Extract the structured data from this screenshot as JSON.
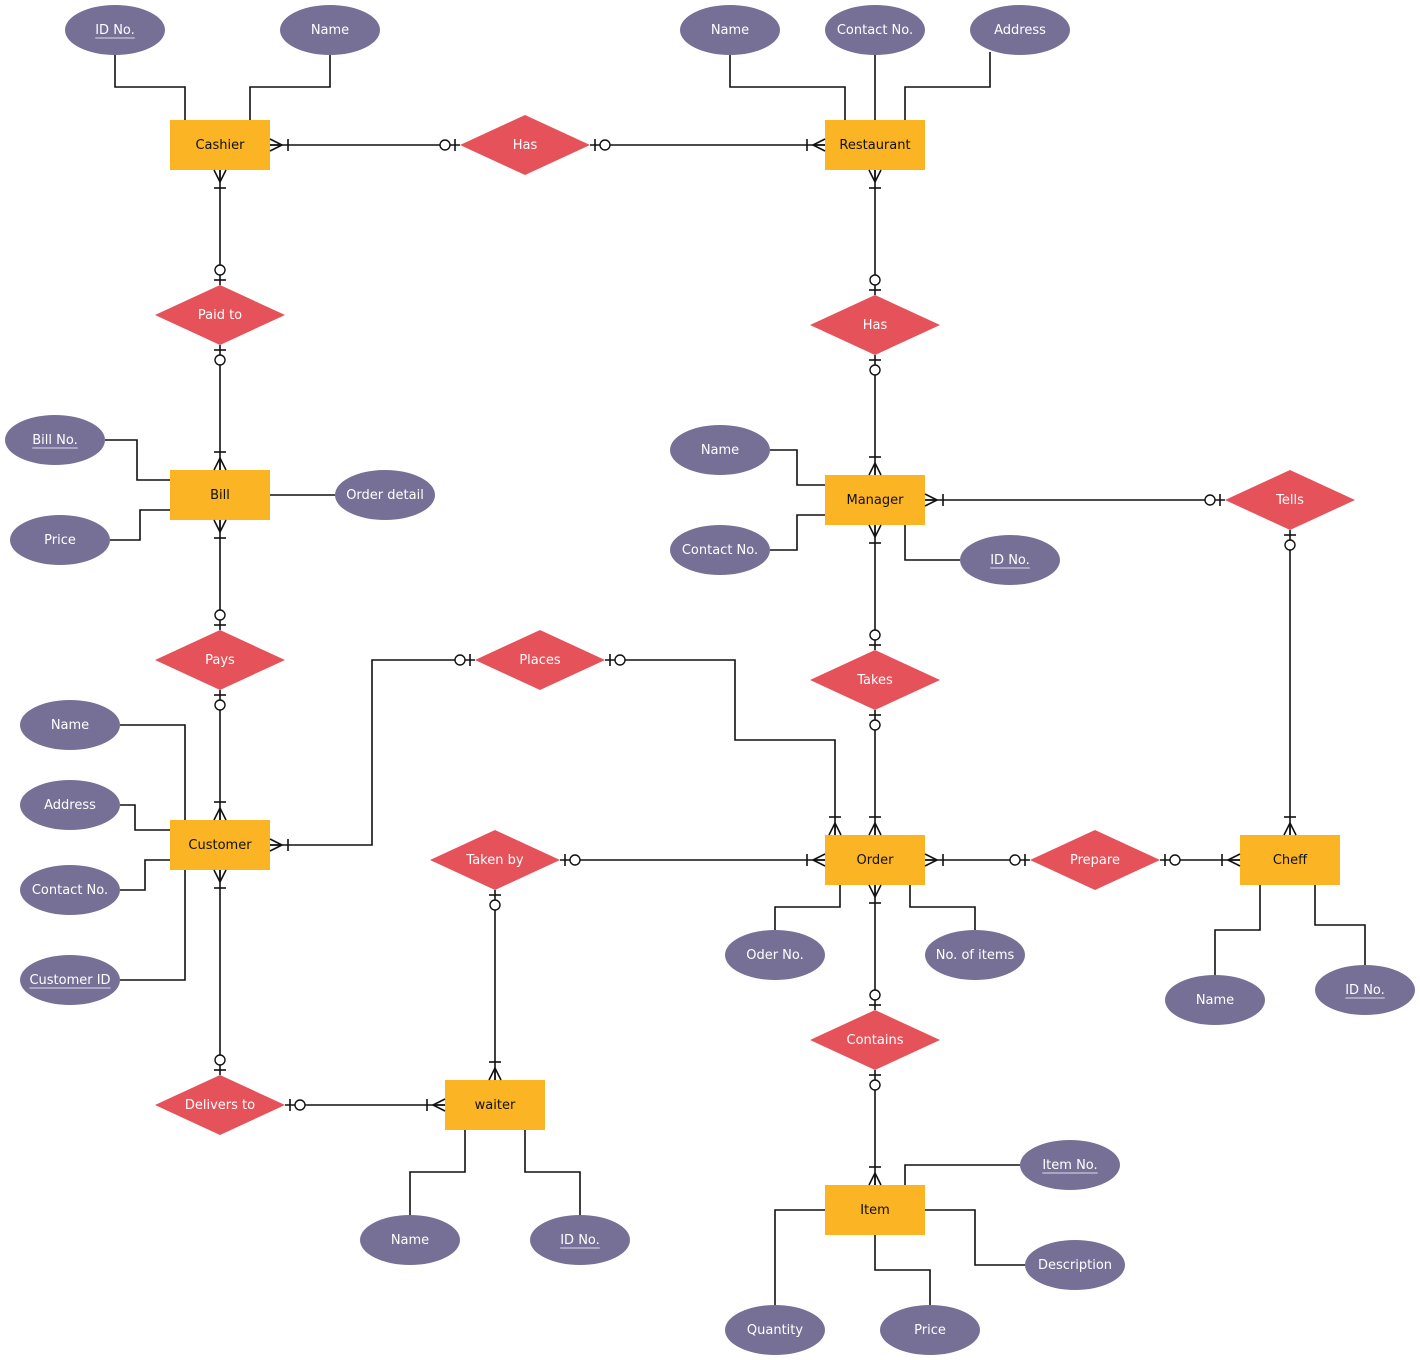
{
  "diagram": {
    "title": "Restaurant ER Diagram",
    "colors": {
      "entity": "#fbb424",
      "relationship": "#e5525a",
      "attribute": "#767097",
      "line": "#111111"
    },
    "entities": [
      {
        "id": "cashier",
        "label": "Cashier"
      },
      {
        "id": "restaurant",
        "label": "Restaurant"
      },
      {
        "id": "bill",
        "label": "Bill"
      },
      {
        "id": "manager",
        "label": "Manager"
      },
      {
        "id": "customer",
        "label": "Customer"
      },
      {
        "id": "order",
        "label": "Order"
      },
      {
        "id": "cheff",
        "label": "Cheff"
      },
      {
        "id": "waiter",
        "label": "waiter"
      },
      {
        "id": "item",
        "label": "Item"
      }
    ],
    "relationships": [
      {
        "id": "has1",
        "label": "Has"
      },
      {
        "id": "paid_to",
        "label": "Paid to"
      },
      {
        "id": "has2",
        "label": "Has"
      },
      {
        "id": "pays",
        "label": "Pays"
      },
      {
        "id": "places",
        "label": "Places"
      },
      {
        "id": "takes",
        "label": "Takes"
      },
      {
        "id": "tells",
        "label": "Tells"
      },
      {
        "id": "taken_by",
        "label": "Taken by"
      },
      {
        "id": "prepare",
        "label": "Prepare"
      },
      {
        "id": "contains",
        "label": "Contains"
      },
      {
        "id": "delivers_to",
        "label": "Delivers to"
      }
    ],
    "attributes": [
      {
        "id": "cashier_id",
        "label": "ID No.",
        "key": true,
        "entity": "cashier"
      },
      {
        "id": "cashier_name",
        "label": "Name",
        "key": false,
        "entity": "cashier"
      },
      {
        "id": "restaurant_name",
        "label": "Name",
        "key": false,
        "entity": "restaurant"
      },
      {
        "id": "restaurant_contact",
        "label": "Contact No.",
        "key": false,
        "entity": "restaurant"
      },
      {
        "id": "restaurant_address",
        "label": "Address",
        "key": false,
        "entity": "restaurant"
      },
      {
        "id": "bill_no",
        "label": "Bill No.",
        "key": true,
        "entity": "bill"
      },
      {
        "id": "bill_price",
        "label": "Price",
        "key": false,
        "entity": "bill"
      },
      {
        "id": "bill_order_detail",
        "label": "Order detail",
        "key": false,
        "entity": "bill"
      },
      {
        "id": "manager_name",
        "label": "Name",
        "key": false,
        "entity": "manager"
      },
      {
        "id": "manager_contact",
        "label": "Contact No.",
        "key": false,
        "entity": "manager"
      },
      {
        "id": "manager_id",
        "label": "ID No.",
        "key": true,
        "entity": "manager"
      },
      {
        "id": "customer_name",
        "label": "Name",
        "key": false,
        "entity": "customer"
      },
      {
        "id": "customer_address",
        "label": "Address",
        "key": false,
        "entity": "customer"
      },
      {
        "id": "customer_contact",
        "label": "Contact No.",
        "key": false,
        "entity": "customer"
      },
      {
        "id": "customer_id",
        "label": "Customer ID",
        "key": true,
        "entity": "customer"
      },
      {
        "id": "order_no",
        "label": "Oder No.",
        "key": false,
        "entity": "order"
      },
      {
        "id": "order_items",
        "label": "No. of items",
        "key": false,
        "entity": "order"
      },
      {
        "id": "cheff_name",
        "label": "Name",
        "key": false,
        "entity": "cheff"
      },
      {
        "id": "cheff_id",
        "label": "ID No.",
        "key": true,
        "entity": "cheff"
      },
      {
        "id": "waiter_name",
        "label": "Name",
        "key": false,
        "entity": "waiter"
      },
      {
        "id": "waiter_id",
        "label": "ID No.",
        "key": true,
        "entity": "waiter"
      },
      {
        "id": "item_no",
        "label": "Item No.",
        "key": true,
        "entity": "item"
      },
      {
        "id": "item_description",
        "label": "Description",
        "key": false,
        "entity": "item"
      },
      {
        "id": "item_quantity",
        "label": "Quantity",
        "key": false,
        "entity": "item"
      },
      {
        "id": "item_price",
        "label": "Price",
        "key": false,
        "entity": "item"
      }
    ],
    "connections": [
      {
        "from": "cashier",
        "to": "has1",
        "from_card": "one-or-many",
        "to_card": "zero-or-one"
      },
      {
        "from": "has1",
        "to": "restaurant",
        "from_card": "zero-or-one",
        "to_card": "one-or-many"
      },
      {
        "from": "cashier",
        "to": "paid_to",
        "from_card": "one-or-many",
        "to_card": "zero-or-one"
      },
      {
        "from": "paid_to",
        "to": "bill",
        "from_card": "zero-or-one",
        "to_card": "one-or-many"
      },
      {
        "from": "restaurant",
        "to": "has2",
        "from_card": "one-or-many",
        "to_card": "zero-or-one"
      },
      {
        "from": "has2",
        "to": "manager",
        "from_card": "zero-or-one",
        "to_card": "one-or-many"
      },
      {
        "from": "bill",
        "to": "pays",
        "from_card": "one-or-many",
        "to_card": "zero-or-one"
      },
      {
        "from": "pays",
        "to": "customer",
        "from_card": "zero-or-one",
        "to_card": "one-or-many"
      },
      {
        "from": "manager",
        "to": "tells",
        "from_card": "one-or-many",
        "to_card": "zero-or-one"
      },
      {
        "from": "tells",
        "to": "cheff",
        "from_card": "zero-or-one",
        "to_card": "one-or-many"
      },
      {
        "from": "manager",
        "to": "takes",
        "from_card": "one-or-many",
        "to_card": "zero-or-one"
      },
      {
        "from": "takes",
        "to": "order",
        "from_card": "zero-or-one",
        "to_card": "one-or-many"
      },
      {
        "from": "customer",
        "to": "places",
        "from_card": "one-or-many",
        "to_card": "zero-or-one"
      },
      {
        "from": "places",
        "to": "order",
        "from_card": "zero-or-one",
        "to_card": "one-or-many"
      },
      {
        "from": "taken_by",
        "to": "order",
        "from_card": "zero-or-one",
        "to_card": "one-or-many"
      },
      {
        "from": "taken_by",
        "to": "waiter",
        "from_card": "zero-or-one",
        "to_card": "one-or-many"
      },
      {
        "from": "order",
        "to": "prepare",
        "from_card": "one-or-many",
        "to_card": "zero-or-one"
      },
      {
        "from": "prepare",
        "to": "cheff",
        "from_card": "zero-or-one",
        "to_card": "one-or-many"
      },
      {
        "from": "order",
        "to": "contains",
        "from_card": "one-or-many",
        "to_card": "zero-or-one"
      },
      {
        "from": "contains",
        "to": "item",
        "from_card": "zero-or-one",
        "to_card": "one-or-many"
      },
      {
        "from": "customer",
        "to": "delivers_to",
        "from_card": "one-or-many",
        "to_card": "zero-or-one"
      },
      {
        "from": "delivers_to",
        "to": "waiter",
        "from_card": "zero-or-one",
        "to_card": "one-or-many"
      }
    ]
  }
}
